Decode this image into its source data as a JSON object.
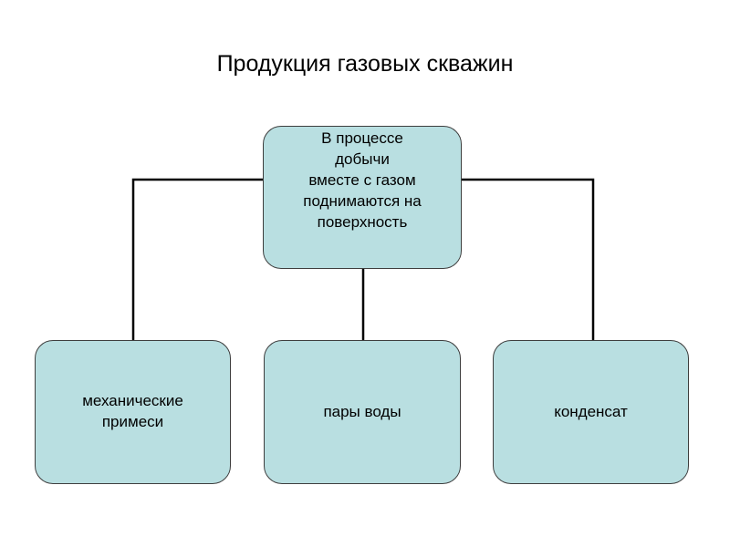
{
  "title": "Продукция газовых скважин",
  "root": {
    "text": "В процессе\nдобычи\nвместе с  газом\nподнимаются на\nповерхность"
  },
  "children": [
    {
      "text": "механические\nпримеси"
    },
    {
      "text": "пары воды"
    },
    {
      "text": "конденсат"
    }
  ],
  "colors": {
    "box_fill": "#b9dfe1",
    "box_border": "#3e3e3e",
    "connector": "#000000"
  }
}
